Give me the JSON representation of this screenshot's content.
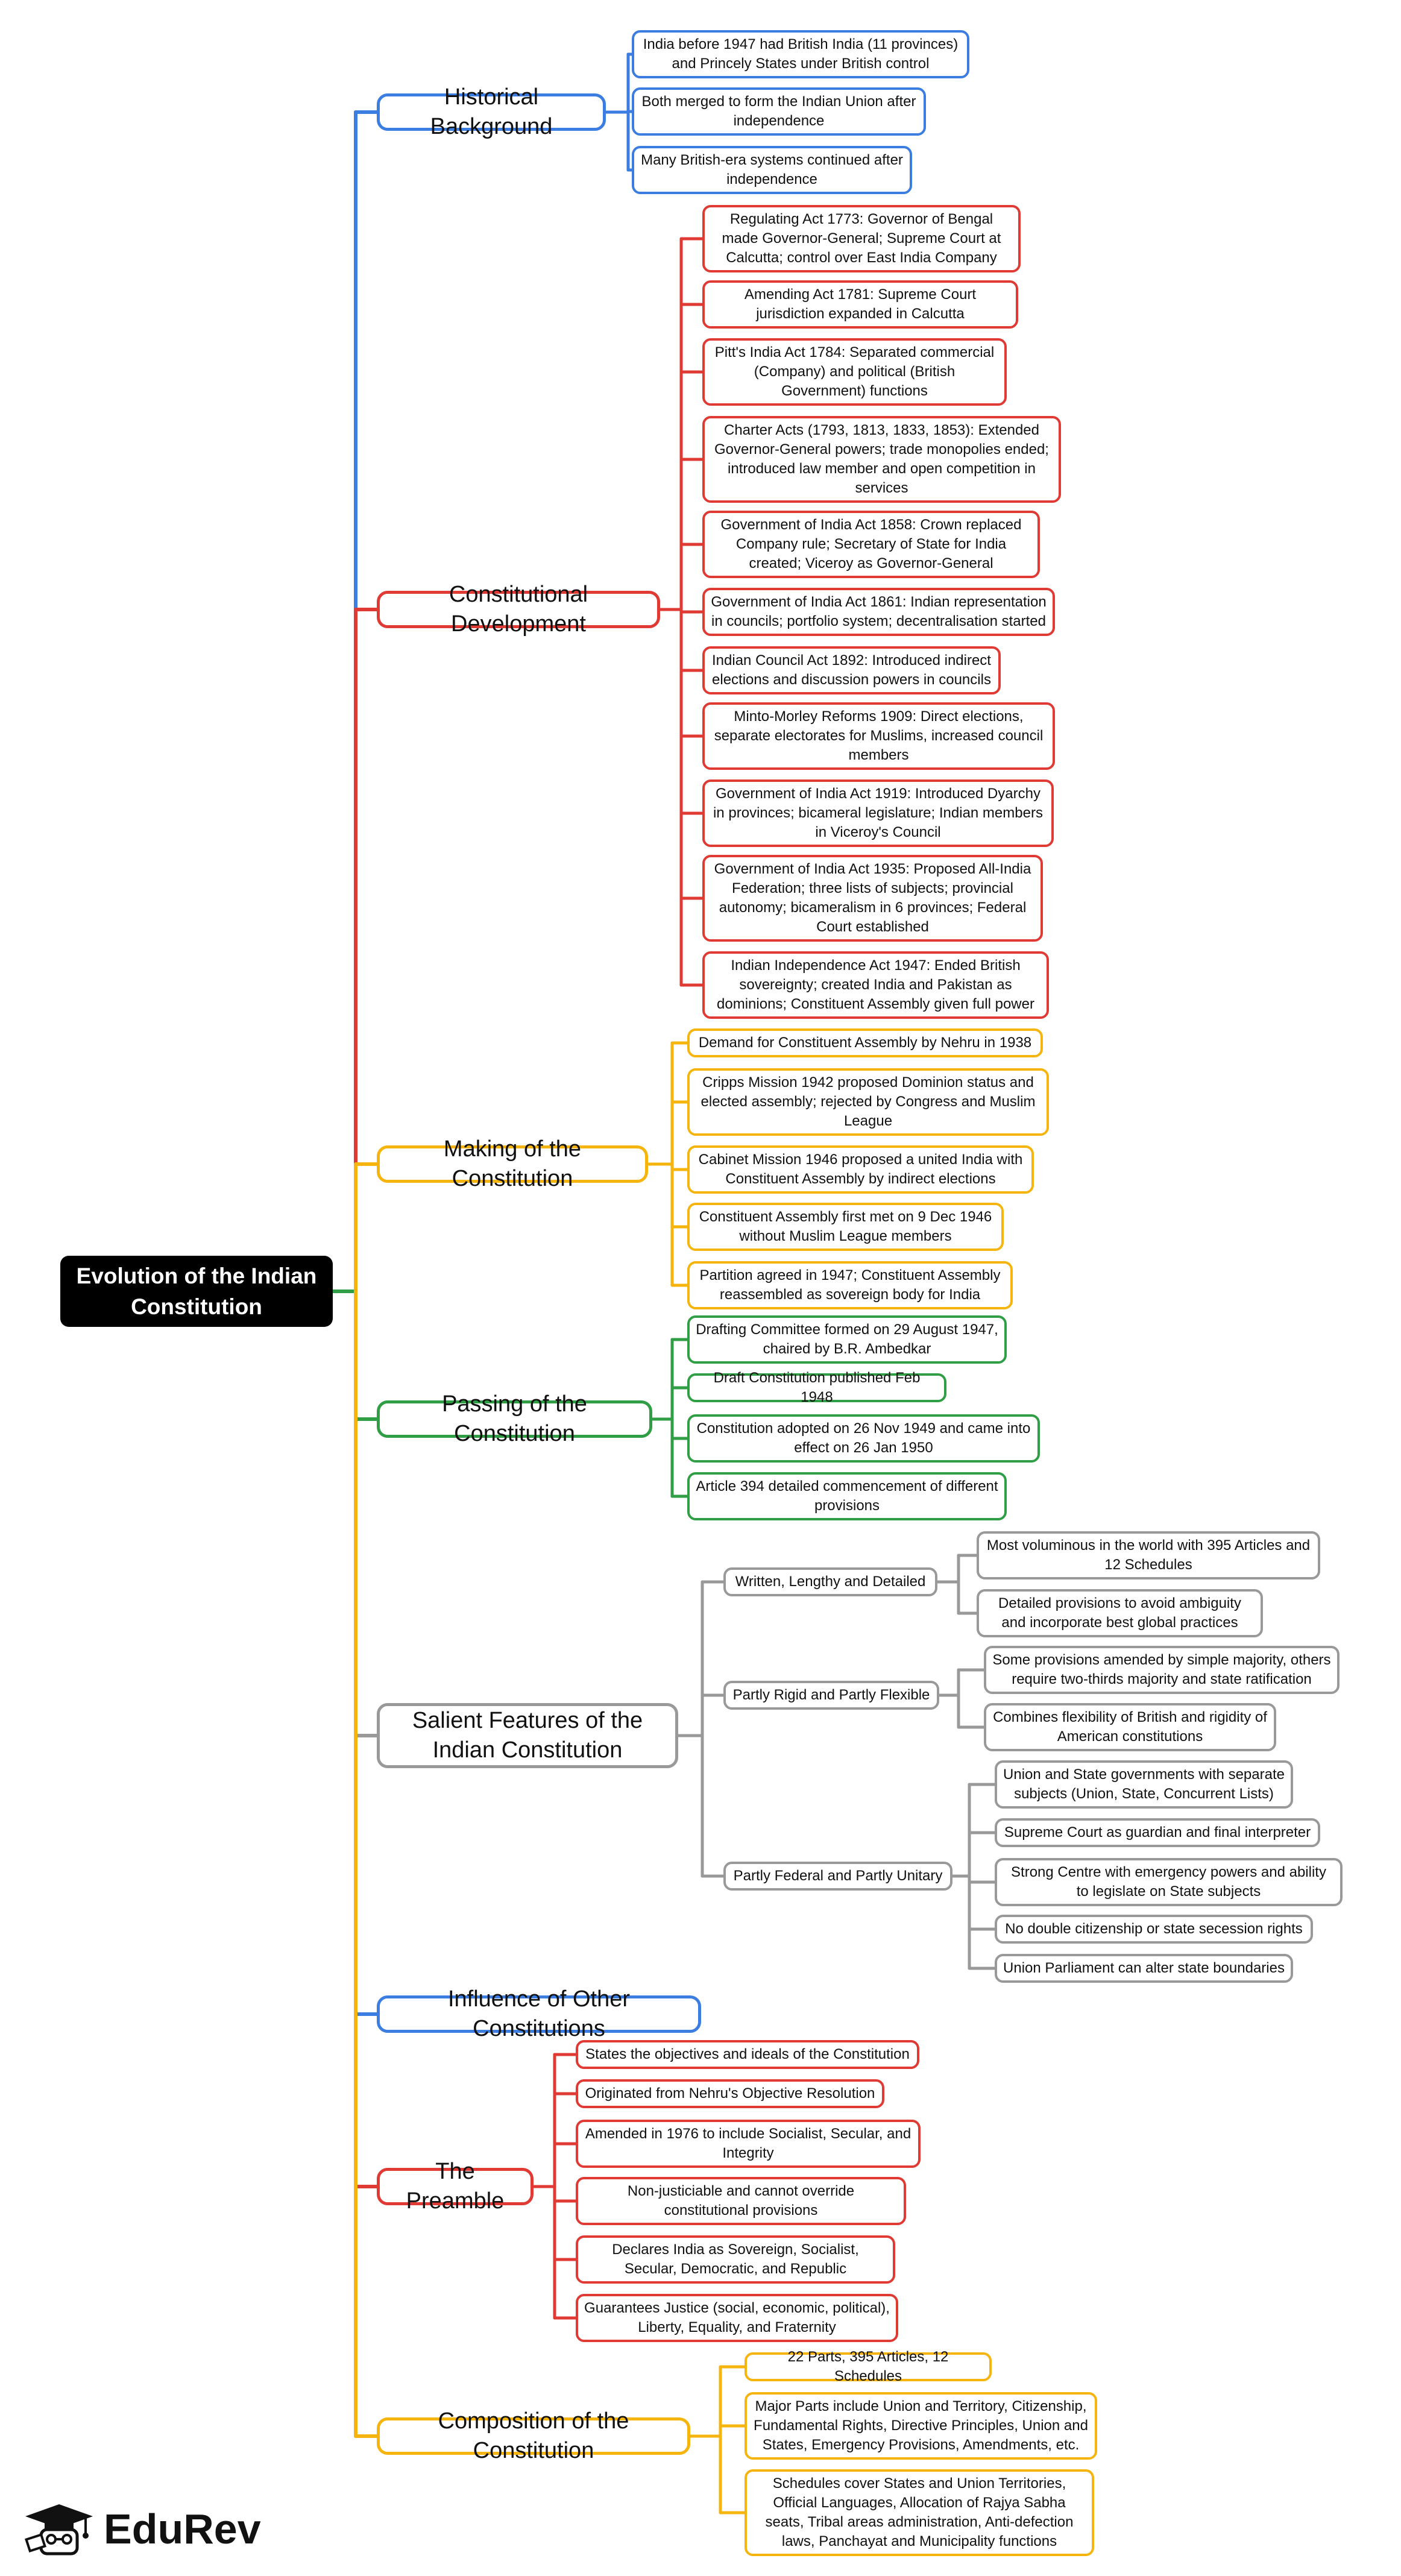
{
  "colors": {
    "blue": "#3b7de0",
    "red": "#e03a34",
    "yellow": "#f5b50e",
    "green": "#2f9e44",
    "gray": "#999999"
  },
  "root": {
    "label": "Evolution of the Indian Constitution"
  },
  "branches": [
    {
      "key": "historical",
      "label": "Historical Background",
      "color": "blue",
      "leaves": [
        "India before 1947 had British India (11 provinces) and Princely States under British control",
        "Both merged to form the Indian Union after independence",
        "Many British-era systems continued after independence"
      ]
    },
    {
      "key": "constitutional",
      "label": "Constitutional Development",
      "color": "red",
      "leaves": [
        "Regulating Act 1773: Governor of Bengal made Governor-General; Supreme Court at Calcutta; control over East India Company",
        "Amending Act 1781: Supreme Court jurisdiction expanded in Calcutta",
        "Pitt's India Act 1784: Separated commercial (Company) and political (British Government) functions",
        "Charter Acts (1793, 1813, 1833, 1853): Extended Governor-General powers; trade monopolies ended; introduced law member and open competition in services",
        "Government of India Act 1858: Crown replaced Company rule; Secretary of State for India created; Viceroy as Governor-General",
        "Government of India Act 1861: Indian representation in councils; portfolio system; decentralisation started",
        "Indian Council Act 1892: Introduced indirect elections and discussion powers in councils",
        "Minto-Morley Reforms 1909: Direct elections, separate electorates for Muslims, increased council members",
        "Government of India Act 1919: Introduced Dyarchy in provinces; bicameral legislature; Indian members in Viceroy's Council",
        "Government of India Act 1935: Proposed All-India Federation; three lists of subjects; provincial autonomy; bicameralism in 6 provinces; Federal Court established",
        "Indian Independence Act 1947: Ended British sovereignty; created India and Pakistan as dominions; Constituent Assembly given full power"
      ]
    },
    {
      "key": "making",
      "label": "Making of the Constitution",
      "color": "yellow",
      "leaves": [
        "Demand for Constituent Assembly by Nehru in 1938",
        "Cripps Mission 1942 proposed Dominion status and elected assembly; rejected by Congress and Muslim League",
        "Cabinet Mission 1946 proposed a united India with Constituent Assembly by indirect elections",
        "Constituent Assembly first met on 9 Dec 1946 without Muslim League members",
        "Partition agreed in 1947; Constituent Assembly reassembled as sovereign body for India"
      ]
    },
    {
      "key": "passing",
      "label": "Passing of the Constitution",
      "color": "green",
      "leaves": [
        "Drafting Committee formed on 29 August 1947, chaired by B.R. Ambedkar",
        "Draft Constitution published Feb 1948",
        "Constitution adopted on 26 Nov 1949 and came into effect on 26 Jan 1950",
        "Article 394 detailed commencement of different provisions"
      ]
    },
    {
      "key": "salient",
      "label": "Salient Features of the Indian Constitution",
      "color": "gray",
      "subs": [
        {
          "label": "Written, Lengthy and Detailed",
          "leaves": [
            "Most voluminous in the world with 395 Articles and 12 Schedules",
            "Detailed provisions to avoid ambiguity and incorporate best global practices"
          ]
        },
        {
          "label": "Partly Rigid and Partly Flexible",
          "leaves": [
            "Some provisions amended by simple majority, others require two-thirds majority and state ratification",
            "Combines flexibility of British and rigidity of American constitutions"
          ]
        },
        {
          "label": "Partly Federal and Partly Unitary",
          "leaves": [
            "Union and State governments with separate subjects (Union, State, Concurrent Lists)",
            "Supreme Court as guardian and final interpreter",
            "Strong Centre with emergency powers and ability to legislate on State subjects",
            "No double citizenship or state secession rights",
            "Union Parliament can alter state boundaries"
          ]
        }
      ]
    },
    {
      "key": "influence",
      "label": "Influence of Other Constitutions",
      "color": "blue",
      "leaves": []
    },
    {
      "key": "preamble",
      "label": "The Preamble",
      "color": "red",
      "leaves": [
        "States the objectives and ideals of the Constitution",
        "Originated from Nehru's Objective Resolution",
        "Amended in 1976 to include Socialist, Secular, and Integrity",
        "Non-justiciable and cannot override constitutional provisions",
        "Declares India as Sovereign, Socialist, Secular, Democratic, and Republic",
        "Guarantees Justice (social, economic, political), Liberty, Equality, and Fraternity"
      ]
    },
    {
      "key": "composition",
      "label": "Composition of the Constitution",
      "color": "yellow",
      "leaves": [
        "22 Parts, 395 Articles, 12 Schedules",
        "Major Parts include Union and Territory, Citizenship, Fundamental Rights, Directive Principles, Union and States, Emergency Provisions, Amendments, etc.",
        "Schedules cover States and Union Territories, Official Languages, Allocation of Rajya Sabha seats, Tribal areas administration, Anti-defection laws, Panchayat and Municipality functions"
      ]
    }
  ],
  "logo": {
    "text": "EduRev",
    "icon": "graduate-mascot-icon"
  }
}
